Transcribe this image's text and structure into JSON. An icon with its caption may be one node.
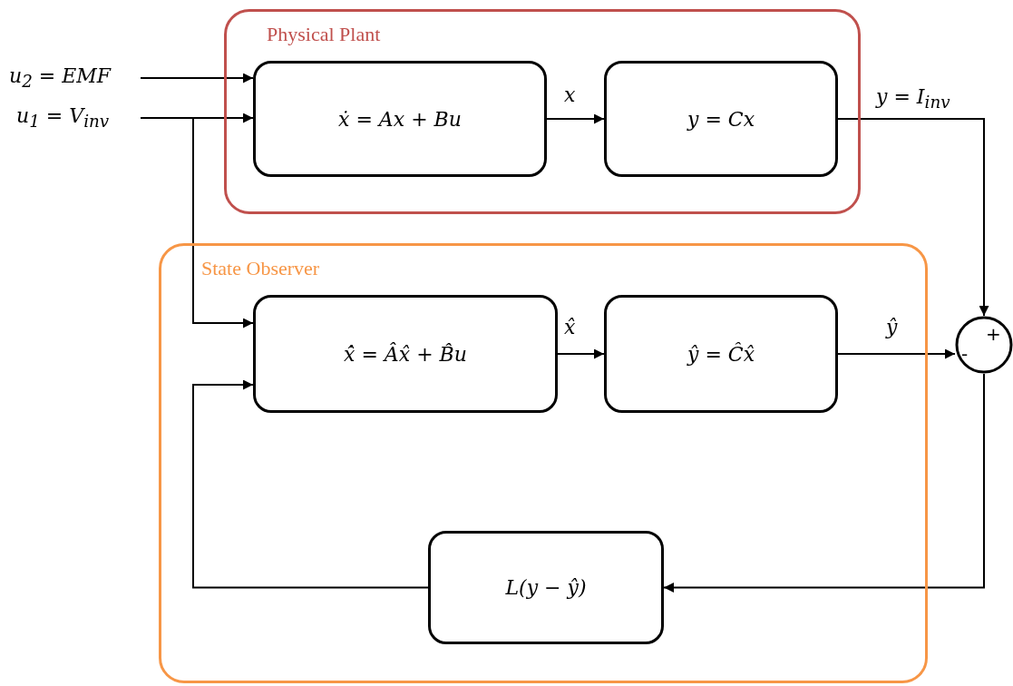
{
  "diagram": {
    "nodes": [
      {
        "text": [
          "Physical Plant"
        ]
      },
      {
        "text": [
          "ẋ = Ax + Bu"
        ],
        "in": 0
      },
      {
        "text": [
          "y = Cx"
        ],
        "in": 0
      },
      {
        "text": [
          "State Observer"
        ]
      },
      {
        "text": [
          "x̂̇ = Âx̂ + B̂u"
        ],
        "in": 3
      },
      {
        "text": [
          "ŷ = Ĉx̂"
        ],
        "in": 3
      },
      {
        "text": [
          "L(y − ŷ)"
        ],
        "in": 3
      },
      {
        "text": [
          "+",
          "-"
        ]
      },
      {
        "text": [
          "u$_{2}$ = EMF"
        ]
      },
      {
        "text": [
          "u$_{1}$ = V$_{inv}$"
        ]
      }
    ],
    "edges": [
      {
        "from": 8,
        "to": 1,
        "arrow": "to"
      },
      {
        "from": 9,
        "to": 1,
        "arrow": "to"
      },
      {
        "from": 9,
        "to": 4,
        "arrow": "to"
      },
      {
        "from": 1,
        "to": 2,
        "arrow": "to",
        "label": "x"
      },
      {
        "from": 2,
        "to": 7,
        "arrow": "to",
        "label": "y = I$_{inv}$"
      },
      {
        "from": 4,
        "to": 5,
        "arrow": "to",
        "label": "x̂"
      },
      {
        "from": 5,
        "to": 7,
        "arrow": "to",
        "label": "ŷ"
      },
      {
        "from": 7,
        "to": 6,
        "arrow": "to"
      },
      {
        "from": 6,
        "to": 4,
        "arrow": "to"
      }
    ]
  }
}
